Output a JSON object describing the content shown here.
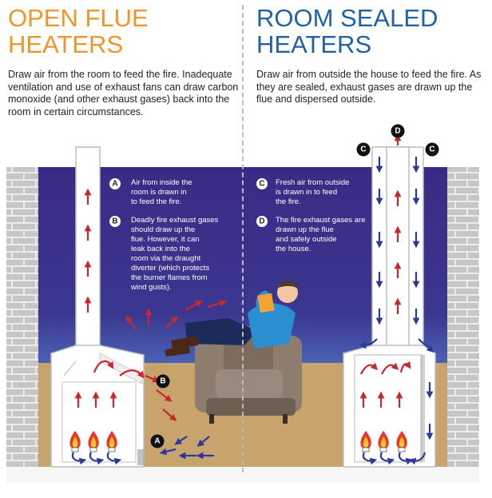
{
  "left": {
    "title_line1": "OPEN FLUE",
    "title_line2": "HEATERS",
    "description": "Draw air from the room to feed the fire. Inadequate ventilation and use of exhaust fans can draw carbon monoxide (and other exhaust gases) back into the room in certain circumstances.",
    "note_a": [
      "Air from inside the",
      "room is drawn in",
      "to feed the fire."
    ],
    "note_b": [
      "Deadly fire exhaust gases",
      "should draw up the",
      "flue.  However, it can",
      "leak back into the",
      "room via the draught",
      "diverter  (which protects",
      "the burner flames from",
      "wind gusts)."
    ]
  },
  "right": {
    "title_line1": "ROOM SEALED",
    "title_line2": "HEATERS",
    "description": "Draw air from outside the house to feed the fire. As they are sealed, exhaust gases are drawn up the flue and dispersed outside.",
    "note_c": [
      "Fresh air from outside",
      "is drawn in to feed",
      "the fire."
    ],
    "note_d": [
      "The fire exhaust gases are",
      "drawn up the flue",
      "and safely outside",
      "the house."
    ]
  },
  "badges": {
    "a": "A",
    "b": "B",
    "c": "C",
    "d": "D"
  },
  "colors": {
    "open_title": "#f0952a",
    "sealed_title": "#2062a6",
    "wall": "#3d2a82",
    "floor": "#c9a36c",
    "brick": "#c9c9c9",
    "exhaust_arrow": "#c8282d",
    "fresh_air_arrow": "#2b3a9a"
  }
}
